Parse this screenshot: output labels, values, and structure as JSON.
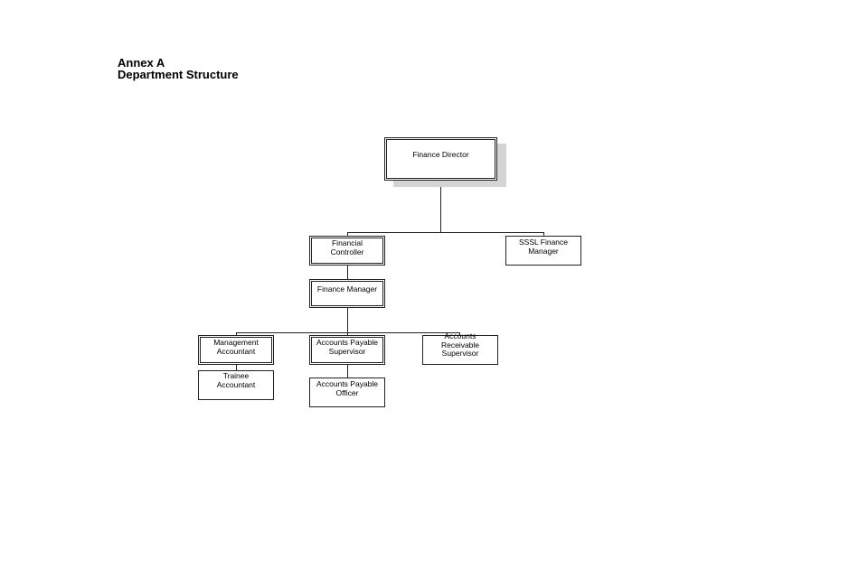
{
  "header": {
    "line1": "Annex A",
    "line2": "Department Structure"
  },
  "org": {
    "finance_director": "Finance Director",
    "financial_controller": "Financial Controller",
    "sssl_finance_manager": "SSSL Finance Manager",
    "finance_manager": "Finance Manager",
    "management_accountant": "Management Accountant",
    "accounts_payable_supervisor": "Accounts Payable Supervisor",
    "accounts_receivable_supervisor": "Accounts Receivable Supervisor",
    "trainee_accountant": "Trainee Accountant",
    "accounts_payable_officer": "Accounts Payable Officer"
  }
}
